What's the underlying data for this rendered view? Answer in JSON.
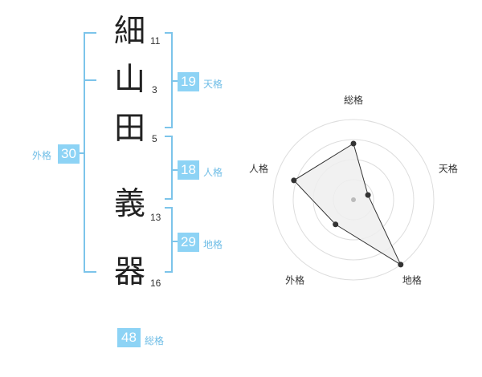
{
  "name": {
    "chars": [
      {
        "char": "細",
        "strokes": "11"
      },
      {
        "char": "山",
        "strokes": "3"
      },
      {
        "char": "田",
        "strokes": "5"
      },
      {
        "char": "義",
        "strokes": "13"
      },
      {
        "char": "器",
        "strokes": "16"
      }
    ]
  },
  "kaku": {
    "tenkaku": {
      "value": "19",
      "label": "天格"
    },
    "jinkaku": {
      "value": "18",
      "label": "人格"
    },
    "chikaku": {
      "value": "29",
      "label": "地格"
    },
    "gaikaku": {
      "value": "30",
      "label": "外格"
    },
    "soukaku": {
      "value": "48",
      "label": "総格"
    }
  },
  "chart_data": {
    "type": "radar",
    "axes": [
      "総格",
      "天格",
      "地格",
      "外格",
      "人格"
    ],
    "values": [
      0.7,
      0.19,
      1.0,
      0.38,
      0.78
    ],
    "rings": 4,
    "colors": {
      "fill": "#eeeeee",
      "stroke": "#333333",
      "grid": "#dddddd",
      "point": "#333333",
      "center": "#bbbbbb"
    }
  }
}
